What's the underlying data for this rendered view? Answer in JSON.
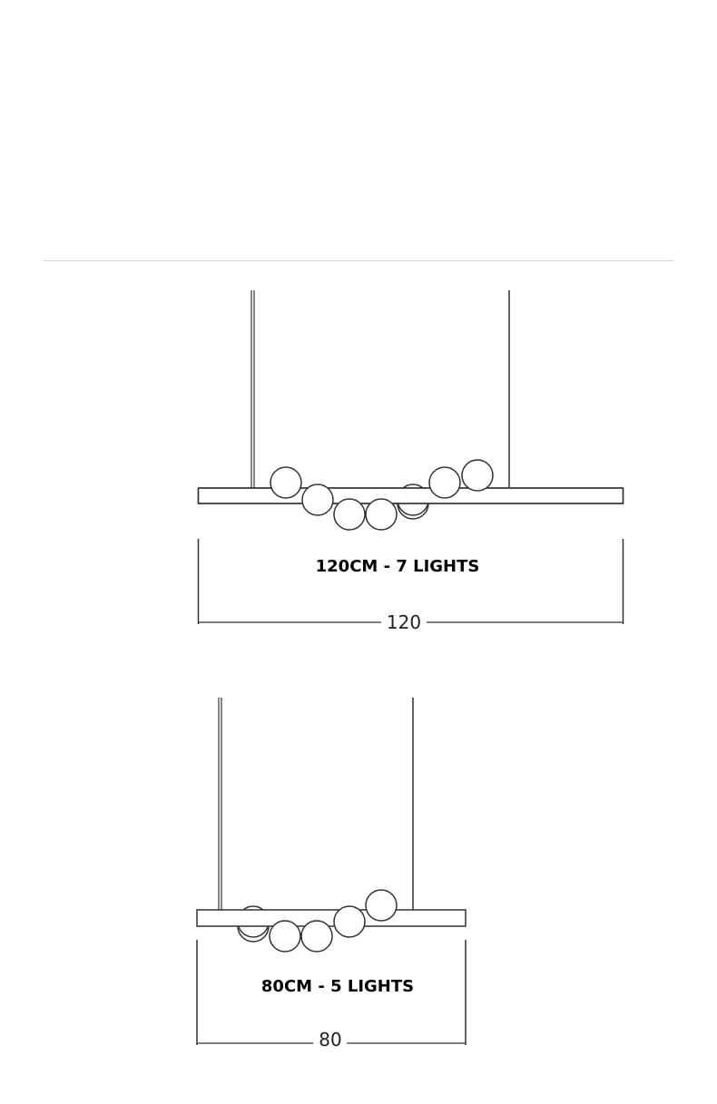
{
  "diagrams": [
    {
      "caption": "120CM - 7 LIGHTS",
      "dimension_label": "120",
      "width_cm": 120,
      "lights": 7
    },
    {
      "caption": "80CM - 5 LIGHTS",
      "dimension_label": "80",
      "width_cm": 80,
      "lights": 5
    }
  ],
  "colors": {
    "line": "#333333",
    "divider": "#d9d3d1"
  }
}
